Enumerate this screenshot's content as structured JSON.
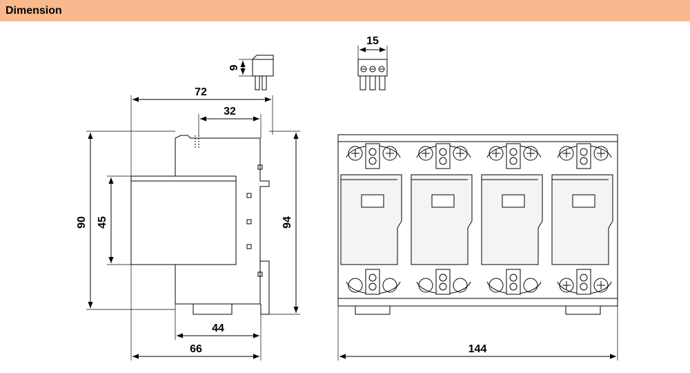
{
  "header": {
    "title": "Dimension",
    "background": "#f7b98d"
  },
  "dimensions": {
    "side_height_total": "90",
    "side_height_inner": "45",
    "side_width_total": "72",
    "side_width_top": "32",
    "side_height_right": "94",
    "side_bottom_inner": "44",
    "side_bottom_total": "66",
    "plug_height": "9",
    "plug_width": "15",
    "front_width": "144"
  },
  "colors": {
    "line": "#000000",
    "module_fill": "#f4f4f4",
    "body_fill": "#ffffff"
  }
}
